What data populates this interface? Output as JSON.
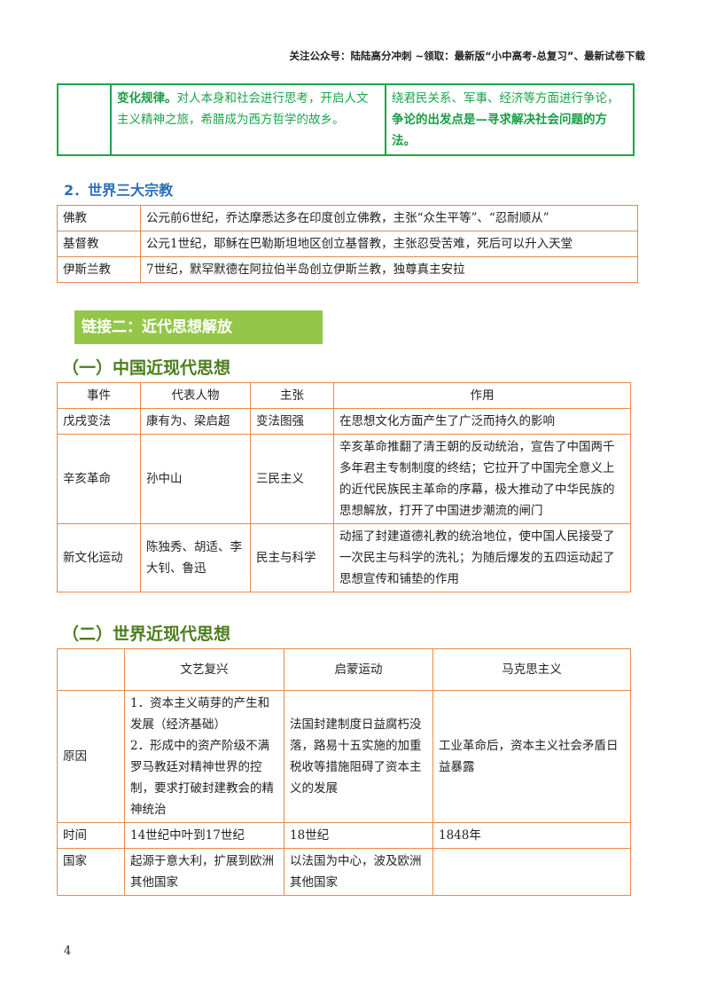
{
  "header": {
    "note": "关注公众号：陆陆高分冲刺 ~领取：最新版“小中高考-总复习”、最新试卷下载"
  },
  "top_table": {
    "col2_bold": "变化规律。",
    "col2_rest": "对人本身和社会进行思考，开启人文主义精神之旅，希腊成为西方哲学的故乡。",
    "col3_text": "绕君民关系、军事、经济等方面进行争论，",
    "col3_bold": "争论的出发点是—寻求解决社会问题的方法。"
  },
  "section2": {
    "title": "2．世界三大宗教",
    "rows": [
      {
        "name": "佛教",
        "desc": "公元前6世纪，乔达摩悉达多在印度创立佛教，主张“众生平等”、“忍耐顺从”"
      },
      {
        "name": "基督教",
        "desc": "公元1世纪，耶稣在巴勒斯坦地区创立基督教，主张忍受苦难，死后可以升入天堂"
      },
      {
        "name": "伊斯兰教",
        "desc": "7世纪，默罕默德在阿拉伯半岛创立伊斯兰教，独尊真主安拉"
      }
    ]
  },
  "link2": {
    "title": "链接二：近代思想解放"
  },
  "china": {
    "heading": "（一）中国近现代思想",
    "headers": [
      "事件",
      "代表人物",
      "主张",
      "作用"
    ],
    "rows": [
      {
        "event": "戊戌变法",
        "people": "康有为、梁启超",
        "idea": "变法图强",
        "effect": "在思想文化方面产生了广泛而持久的影响"
      },
      {
        "event": "辛亥革命",
        "people": "孙中山",
        "idea": "三民主义",
        "effect": "辛亥革命推翻了清王朝的反动统治，宣告了中国两千多年君主专制制度的终结；它拉开了中国完全意义上的近代民族民主革命的序幕，极大推动了中华民族的思想解放，打开了中国进步潮流的闸门"
      },
      {
        "event": "新文化运动",
        "people": "陈独秀、胡适、李大钊、鲁迅",
        "idea": "民主与科学",
        "effect": "动摇了封建道德礼教的统治地位，使中国人民接受了一次民主与科学的洗礼；为随后爆发的五四运动起了思想宣传和铺垫的作用"
      }
    ]
  },
  "world": {
    "heading": "（二）世界近现代思想",
    "headers": [
      "",
      "文艺复兴",
      "启蒙运动",
      "马克思主义"
    ],
    "rows": [
      {
        "label": "原因",
        "c1": "1．资本主义萌芽的产生和发展（经济基础）\n2．形成中的资产阶级不满罗马教廷对精神世界的控制，要求打破封建教会的精神统治",
        "c2": "法国封建制度日益腐朽没落，路易十五实施的加重税收等措施阻碍了资本主义的发展",
        "c3": "工业革命后，资本主义社会矛盾日益暴露"
      },
      {
        "label": "时间",
        "c1": "14世纪中叶到17世纪",
        "c2": "18世纪",
        "c3": "1848年"
      },
      {
        "label": "国家",
        "c1": "起源于意大利，扩展到欧洲其他国家",
        "c2": "以法国为中心，波及欧洲其他国家",
        "c3": ""
      }
    ]
  },
  "footer": {
    "page_number": "4"
  }
}
